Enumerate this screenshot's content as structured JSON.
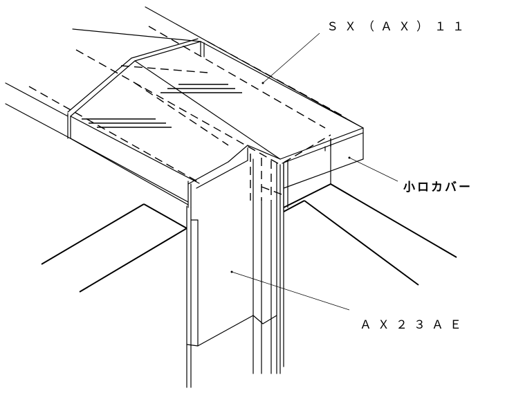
{
  "labels": {
    "sx_ax_11": "ＳＸ（ＡＸ）１１",
    "koguchi_cover": "小ロカバー",
    "ax23ae": "ＡＸ２３ＡＥ"
  }
}
